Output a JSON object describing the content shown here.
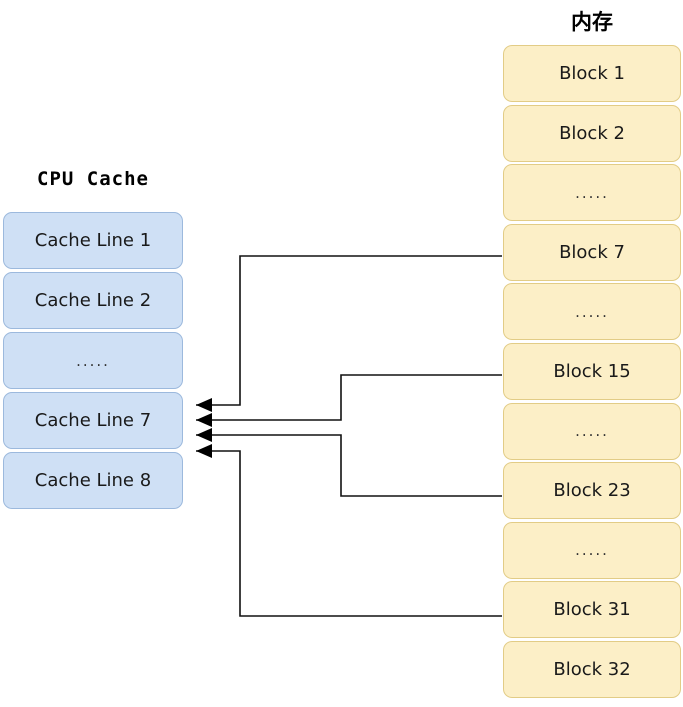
{
  "diagram": {
    "type": "cache-mapping-diagram",
    "background": "#ffffff"
  },
  "cache": {
    "title": "CPU Cache",
    "fill_color": "#cfe0f5",
    "border_color": "#9cb9dd",
    "lines": [
      {
        "label": "Cache Line 1",
        "is_ellipsis": false
      },
      {
        "label": "Cache Line 2",
        "is_ellipsis": false
      },
      {
        "label": ".....",
        "is_ellipsis": true
      },
      {
        "label": "Cache Line 7",
        "is_ellipsis": false
      },
      {
        "label": "Cache Line 8",
        "is_ellipsis": false
      }
    ],
    "target_line_label": "Cache Line 7"
  },
  "memory": {
    "title": "内存",
    "fill_color": "#fcefc7",
    "border_color": "#e2cc86",
    "blocks": [
      {
        "label": "Block 1",
        "is_ellipsis": false
      },
      {
        "label": "Block 2",
        "is_ellipsis": false
      },
      {
        "label": ".....",
        "is_ellipsis": true
      },
      {
        "label": "Block 7",
        "is_ellipsis": false
      },
      {
        "label": ".....",
        "is_ellipsis": true
      },
      {
        "label": "Block 15",
        "is_ellipsis": false
      },
      {
        "label": ".....",
        "is_ellipsis": true
      },
      {
        "label": "Block 23",
        "is_ellipsis": false
      },
      {
        "label": ".....",
        "is_ellipsis": true
      },
      {
        "label": "Block 31",
        "is_ellipsis": false
      },
      {
        "label": "Block 32",
        "is_ellipsis": false
      }
    ]
  },
  "connections": {
    "arrow_color": "#000000",
    "edges": [
      {
        "from": "Block 7",
        "to": "Cache Line 7"
      },
      {
        "from": "Block 15",
        "to": "Cache Line 7"
      },
      {
        "from": "Block 23",
        "to": "Cache Line 7"
      },
      {
        "from": "Block 31",
        "to": "Cache Line 7"
      }
    ]
  }
}
